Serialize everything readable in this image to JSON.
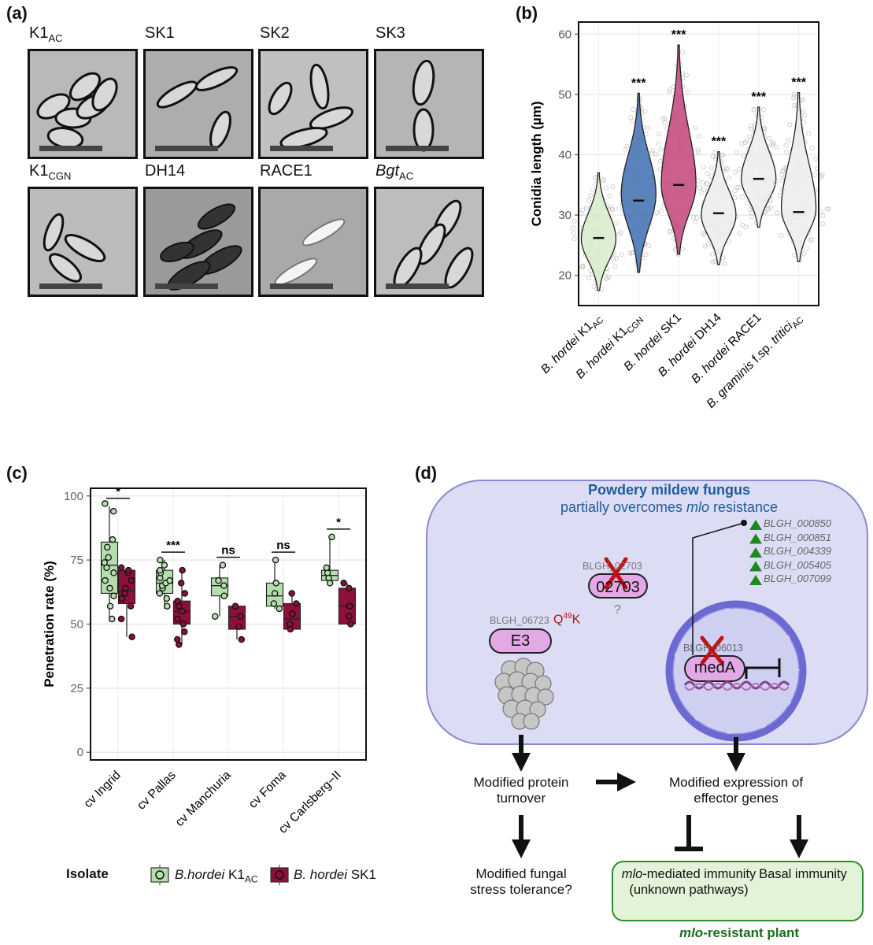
{
  "panels": {
    "a": "(a)",
    "b": "(b)",
    "c": "(c)",
    "d": "(d)"
  },
  "panel_a": {
    "tiles": [
      {
        "main": "K1",
        "sub": "AC",
        "italic": false
      },
      {
        "main": "SK1",
        "sub": "",
        "italic": false
      },
      {
        "main": "SK2",
        "sub": "",
        "italic": false
      },
      {
        "main": "SK3",
        "sub": "",
        "italic": false
      },
      {
        "main": "K1",
        "sub": "CGN",
        "italic": false
      },
      {
        "main": "DH14",
        "sub": "",
        "italic": false
      },
      {
        "main": "RACE1",
        "sub": "",
        "italic": false
      },
      {
        "main": "Bgt",
        "sub": "AC",
        "italic": true
      }
    ]
  },
  "chart_data": [
    {
      "type": "violin",
      "panel": "b",
      "ylabel": "Conidia length (µm)",
      "ylim": [
        15,
        62
      ],
      "yticks": [
        20,
        30,
        40,
        50,
        60
      ],
      "grid": true,
      "categories": [
        {
          "italic": "B. hordei",
          "rest": " K1",
          "sub": "AC"
        },
        {
          "italic": "B. hordei",
          "rest": " K1",
          "sub": "CGN"
        },
        {
          "italic": "B. hordei",
          "rest": " SK1",
          "sub": ""
        },
        {
          "italic": "B. hordei",
          "rest": " DH14",
          "sub": ""
        },
        {
          "italic": "B. hordei",
          "rest": " RACE1",
          "sub": ""
        },
        {
          "italic": "B. graminis",
          "rest": " f.sp. ",
          "italic2": "tritici",
          "sub": "AC"
        }
      ],
      "medians": [
        26.2,
        32.4,
        35.0,
        30.3,
        36.0,
        30.5
      ],
      "mins": [
        17.5,
        20.5,
        23.5,
        21.8,
        28.0,
        22.3
      ],
      "maxs": [
        37.0,
        50.2,
        58.2,
        40.5,
        47.9,
        50.3
      ],
      "modes": [
        26.0,
        33.5,
        35.0,
        30.0,
        36.0,
        31.0
      ],
      "colors": [
        "#d6ecca",
        "#3f6fb0",
        "#c2447a",
        "#ececec",
        "#ececec",
        "#ececec"
      ],
      "significance": [
        "",
        "***",
        "***",
        "***",
        "***",
        "***"
      ]
    },
    {
      "type": "box",
      "panel": "c",
      "ylabel": "Penetration rate (%)",
      "ylim": [
        -3,
        103
      ],
      "yticks": [
        0,
        25,
        50,
        75,
        100
      ],
      "grid": true,
      "categories": [
        "cv Ingrid",
        "cv Pallas",
        "cv Manchuria",
        "cv Foma",
        "cv Carlsberg−II"
      ],
      "series": [
        {
          "name": "B.hordei K1AC",
          "color": "#b5deae",
          "boxes": [
            {
              "q1": 62,
              "median": 73,
              "q3": 82,
              "min": 51,
              "max": 96,
              "points": [
                52,
                57,
                61,
                64,
                67,
                70,
                72,
                74,
                76,
                80,
                83,
                94,
                97
              ]
            },
            {
              "q1": 62,
              "median": 66,
              "q3": 71,
              "min": 56,
              "max": 75,
              "points": [
                57,
                60,
                62,
                64,
                65,
                66,
                67,
                68,
                70,
                71,
                73,
                75
              ]
            },
            {
              "q1": 61,
              "median": 65,
              "q3": 68,
              "min": 53,
              "max": 73,
              "points": [
                53,
                61,
                65,
                67,
                73
              ]
            },
            {
              "q1": 57,
              "median": 61,
              "q3": 66,
              "min": 56,
              "max": 75,
              "points": [
                56,
                58,
                62,
                66,
                75
              ]
            },
            {
              "q1": 67,
              "median": 69,
              "q3": 71,
              "min": 65,
              "max": 84,
              "points": [
                66,
                68,
                70,
                72,
                84
              ]
            }
          ]
        },
        {
          "name": "B. hordei SK1",
          "color": "#8c1038",
          "boxes": [
            {
              "q1": 58,
              "median": 63,
              "q3": 71,
              "min": 45,
              "max": 72,
              "points": [
                45,
                52,
                57,
                60,
                62,
                64,
                67,
                70,
                71,
                72
              ]
            },
            {
              "q1": 50,
              "median": 55,
              "q3": 59,
              "min": 42,
              "max": 71,
              "points": [
                42,
                44,
                47,
                50,
                52,
                55,
                57,
                59,
                62,
                66,
                71
              ]
            },
            {
              "q1": 48,
              "median": 53,
              "q3": 57,
              "min": 44,
              "max": 57,
              "points": [
                44,
                49,
                53,
                57
              ]
            },
            {
              "q1": 48,
              "median": 52,
              "q3": 58,
              "min": 48,
              "max": 62,
              "points": [
                48,
                50,
                54,
                58,
                62
              ]
            },
            {
              "q1": 50,
              "median": 57,
              "q3": 64,
              "min": 50,
              "max": 66,
              "points": [
                50,
                53,
                57,
                64,
                66
              ]
            }
          ]
        }
      ],
      "significance": [
        "*",
        "***",
        "ns",
        "ns",
        "*"
      ],
      "legend": {
        "title": "Isolate",
        "items": [
          {
            "italic": "B.hordei",
            "rest": " K1",
            "sub": "AC"
          },
          {
            "italic": "B. hordei",
            "rest": " SK1",
            "sub": ""
          }
        ]
      }
    }
  ],
  "panel_d": {
    "fungus_title": "Powdery mildew fungus",
    "fungus_subtitle_pre": "partially overcomes ",
    "fungus_subtitle_it": "mlo",
    "fungus_subtitle_post": " resistance",
    "protein_02703_id": "BLGH_02703",
    "protein_02703_label": "02703",
    "question_mark": "?",
    "e3_id": "BLGH_06723",
    "e3_mutation_pre": "Q",
    "e3_mutation_sup": "49",
    "e3_mutation_post": "K",
    "e3_label": "E3",
    "meda_id": "BLGH_06013",
    "meda_label": "medA",
    "effector_genes": [
      "BLGH_000850",
      "BLGH_000851",
      "BLGH_004339",
      "BLGH_005405",
      "BLGH_007099"
    ],
    "box_protein_turnover": "Modified protein turnover",
    "box_effector_expression": "Modified expression of effector genes",
    "box_stress_tolerance": "Modified fungal stress tolerance?",
    "mlo_immunity_it": "mlo",
    "mlo_immunity_rest": "-mediated immunity (unknown pathways)",
    "basal_immunity": "Basal immunity",
    "plant_label_it": "mlo",
    "plant_label_rest": "-resistant plant"
  }
}
